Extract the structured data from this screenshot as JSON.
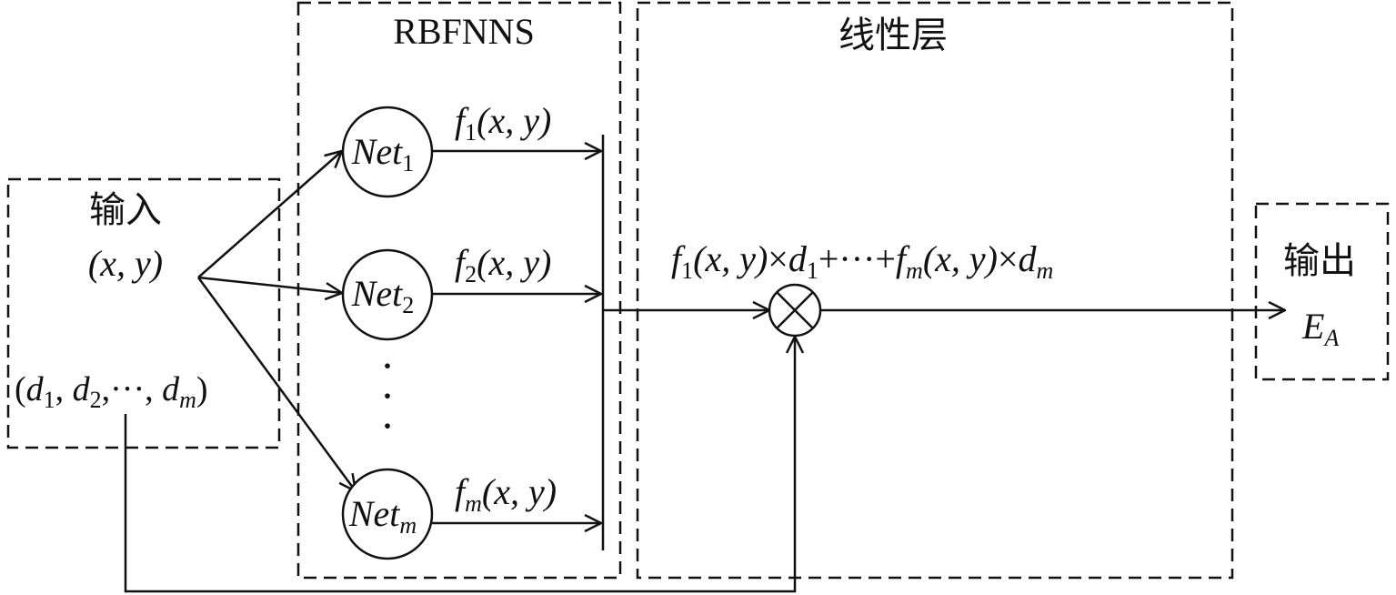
{
  "sections": {
    "rbf_title": "RBFNNS",
    "linear_title": "线性层",
    "input_title": "输入",
    "output_title": "输出"
  },
  "input": {
    "xy": "(x, y)",
    "d_open": "(",
    "d_name": "d",
    "d1_sub": "1",
    "sep1": ", ",
    "d2_sub": "2",
    "dots": ",···, ",
    "dm_sub": "m",
    "d_close": ")"
  },
  "nodes": [
    {
      "name": "Net",
      "sub": "1"
    },
    {
      "name": "Net",
      "sub": "2"
    },
    {
      "name": "Net",
      "sub": "m"
    }
  ],
  "vertical_dots": "·",
  "functions": [
    {
      "f": "f",
      "sub": "1",
      "args": "(x, y)"
    },
    {
      "f": "f",
      "sub": "2",
      "args": "(x, y)"
    },
    {
      "f": "f",
      "sub": "m",
      "args": "(x, y)"
    }
  ],
  "formula": {
    "f1": "f",
    "f1_sub": "1",
    "args1": "(x, y)",
    "times1": "×",
    "d1": "d",
    "d1_sub": "1",
    "mid": "+···+",
    "fm": "f",
    "fm_sub": "m",
    "argsm": "(x, y)",
    "times2": "×",
    "dm": "d",
    "dm_sub": "m"
  },
  "output": {
    "e": "E",
    "e_sub": "A"
  },
  "multiply_symbol": "⊗"
}
